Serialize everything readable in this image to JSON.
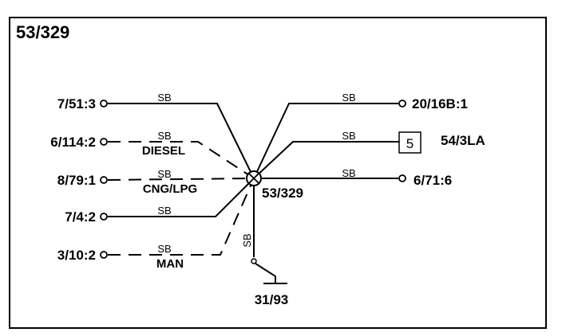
{
  "title": "53/329",
  "splice": {
    "label": "53/329"
  },
  "ground": {
    "label": "31/93",
    "wire_code": "SB"
  },
  "connector_box": {
    "number": "5",
    "label": "54/3LA"
  },
  "left_terminals": [
    {
      "label": "7/51:3",
      "wire_code": "SB",
      "variant": "",
      "dashed": false
    },
    {
      "label": "6/114:2",
      "wire_code": "SB",
      "variant": "DIESEL",
      "dashed": true
    },
    {
      "label": "8/79:1",
      "wire_code": "SB",
      "variant": "CNG/LPG",
      "dashed": true
    },
    {
      "label": "7/4:2",
      "wire_code": "SB",
      "variant": "",
      "dashed": false
    },
    {
      "label": "3/10:2",
      "wire_code": "SB",
      "variant": "MAN",
      "dashed": true
    }
  ],
  "right_terminals": [
    {
      "label": "20/16B:1",
      "wire_code": "SB"
    },
    {
      "label": "54/3LA",
      "wire_code": "SB"
    },
    {
      "label": "6/71:6",
      "wire_code": "SB"
    }
  ]
}
